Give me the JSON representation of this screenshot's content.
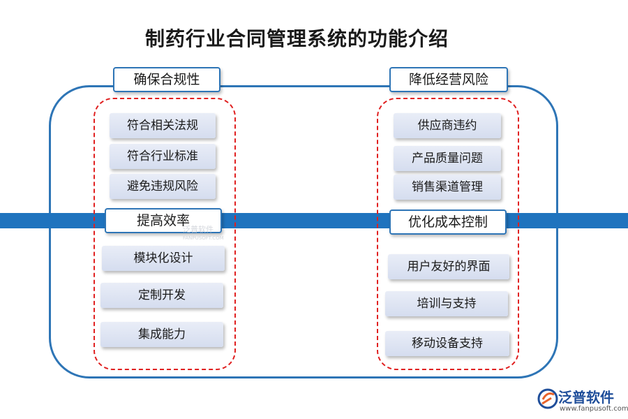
{
  "title": "制药行业合同管理系统的功能介绍",
  "colors": {
    "frame": "#2e75b6",
    "bar": "#1f73be",
    "dashed_border": "#e02020",
    "item_bg": "#dde3f1"
  },
  "sections": {
    "compliance": {
      "header": "确保合规性",
      "items": [
        "符合相关法规",
        "符合行业标准",
        "避免违规风险"
      ]
    },
    "risk": {
      "header": "降低经营风险",
      "items": [
        "供应商违约",
        "产品质量问题",
        "销售渠道管理"
      ]
    },
    "efficiency": {
      "header": "提高效率",
      "items": [
        "模块化设计",
        "定制开发",
        "集成能力"
      ]
    },
    "cost": {
      "header": "优化成本控制",
      "items": [
        "用户友好的界面",
        "培训与支持",
        "移动设备支持"
      ]
    }
  },
  "watermark": {
    "line1": "泛普软件",
    "line2": "FANPUSOFT.COM"
  },
  "brand": {
    "name": "泛普软件",
    "url": "www.fanpusoft.com",
    "icon": "fanpu-logo-icon"
  }
}
